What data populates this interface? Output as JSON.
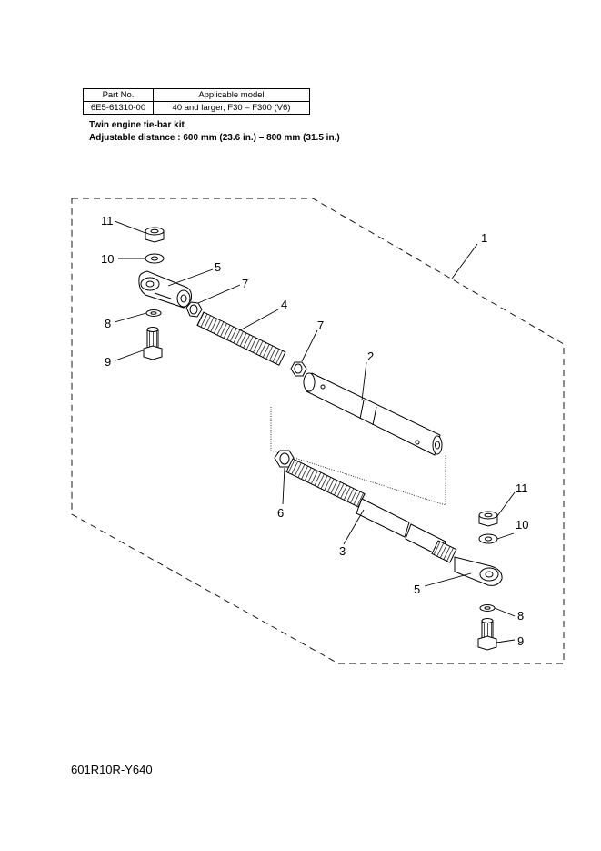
{
  "table": {
    "headers": [
      "Part No.",
      "Applicable model"
    ],
    "rows": [
      [
        "6E5-61310-00",
        "40 and larger, F30 – F300 (V6)"
      ]
    ]
  },
  "kit": {
    "title": "Twin engine tie-bar kit",
    "adjustable_distance": "Adjustable distance : 600 mm (23.6 in.) – 800 mm (31.5 in.)"
  },
  "callouts": {
    "c1": "1",
    "c2": "2",
    "c3": "3",
    "c4": "4",
    "c5a": "5",
    "c5b": "5",
    "c6": "6",
    "c7a": "7",
    "c7b": "7",
    "c8a": "8",
    "c8b": "8",
    "c9a": "9",
    "c9b": "9",
    "c10a": "10",
    "c10b": "10",
    "c11a": "11",
    "c11b": "11"
  },
  "drawing_code": "601R10R-Y640"
}
